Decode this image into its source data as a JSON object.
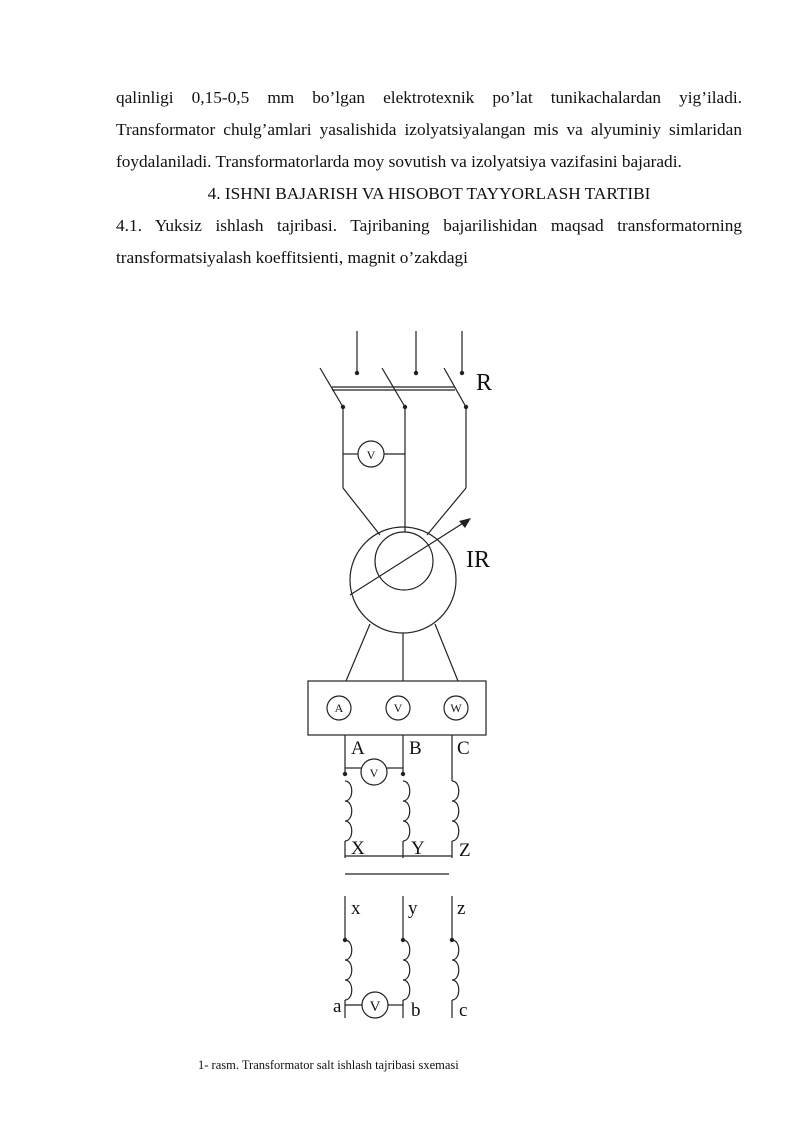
{
  "document": {
    "paragraph_1": "qalinligi 0,15-0,5 mm bo’lgan elektrotexnik po’lat tunikachalardan yig’iladi. Transformator chulg’amlari yasalishida izolyatsiyalangan mis va alyuminiy simlaridan foydalaniladi. Transformatorlarda moy sovutish va izolyatsiya vazifasini bajaradi.",
    "heading": "4. ISHNI BAJARISH VA HISOBOT TAYYORLASH TARTIBI",
    "paragraph_2": "4.1. Yuksiz ishlash tajribasi. Tajribaning bajarilishidan maqsad transformatorning transformatsiyalash koeffitsienti, magnit o’zakdagi",
    "caption": "1- rasm. Transformator salt ishlash tajribasi sxemasi"
  },
  "diagram": {
    "switch_label": "R",
    "regulator_label": "IR",
    "meters": {
      "top_voltmeter": "V",
      "ammeter": "A",
      "panel_voltmeter": "V",
      "wattmeter": "W",
      "primary_voltmeter": "V",
      "secondary_voltmeter": "V"
    },
    "primary_start": [
      "A",
      "B",
      "C"
    ],
    "primary_end": [
      "X",
      "Y",
      "Z"
    ],
    "secondary_start": [
      "x",
      "y",
      "z"
    ],
    "secondary_end": [
      "a",
      "b",
      "c"
    ]
  }
}
